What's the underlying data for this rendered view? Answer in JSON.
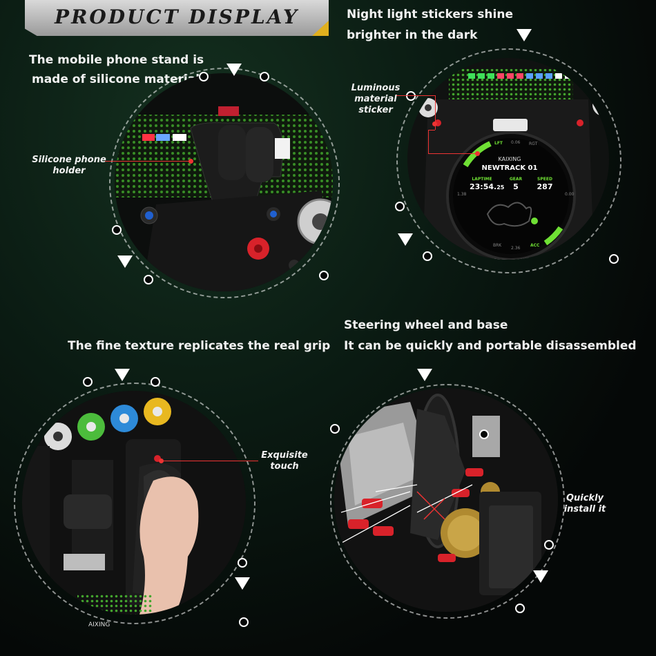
{
  "banner": {
    "title": "PRODUCT DISPLAY"
  },
  "panel1": {
    "heading_line1": "The mobile phone stand is",
    "heading_line2": "made of silicone material",
    "callout_line1": "Silicone phone",
    "callout_line2": "holder"
  },
  "panel2": {
    "heading_line1": "Night light stickers shine",
    "heading_line2": "brighter in the dark",
    "callout_line1": "Luminous",
    "callout_line2": "material",
    "callout_line3": "sticker",
    "screen": {
      "brand": "KAIXING",
      "track": "NEWTRACK 01",
      "laptime_label": "LAPTIME",
      "laptime_value": "23:54.",
      "laptime_ms": "25",
      "gear_label": "GEAR",
      "gear_value": "5",
      "speed_label": "SPEED",
      "speed_value": "287",
      "lft": "LFT",
      "rgt": "RGT",
      "top_val": "0.06",
      "left_val": "1.38",
      "right_val": "0.00",
      "bottom_val": "2.36",
      "brk": "BRK",
      "acc": "ACC"
    }
  },
  "panel3": {
    "heading": "The fine texture replicates the real grip",
    "callout_line1": "Exquisite",
    "callout_line2": "touch",
    "logo_text": "AIXING"
  },
  "panel4": {
    "heading_line1": "Steering wheel and base",
    "heading_line2": "It can be quickly and portable disassembled",
    "callout_line1": "Quickly",
    "callout_line2": "install it"
  }
}
